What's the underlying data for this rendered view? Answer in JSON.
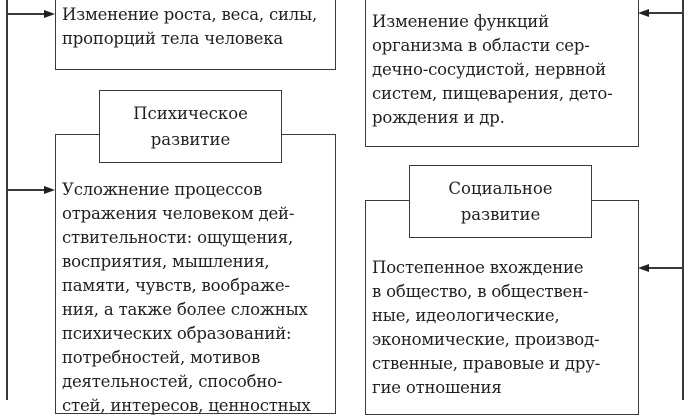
{
  "physical_content": "Изменение роста, веса, силы,\nпропорций тела человека",
  "physiological_content": "Изменение функций\nорганизма в области сер-\nдечно-сосудистой, нервной\nсистем, пищеварения, дето-\nрождения и др.",
  "psychic": {
    "title": "Психическое\nразвитие",
    "content": "Усложнение процессов\nотражения человеком дей-\nствительности: ощущения,\nвосприятия, мышления,\nпамяти, чувств, воображе-\nния, а также более сложных\nпсихических образований:\nпотребностей, мотивов\nдеятельностей, способно-\nстей, интересов, ценностных"
  },
  "social": {
    "title": "Социальное\nразвитие",
    "content": "Постепенное вхождение\nв общество, в обществен-\nные, идеологические,\nэкономические, производ-\nственные, правовые и дру-\nгие отношения"
  }
}
